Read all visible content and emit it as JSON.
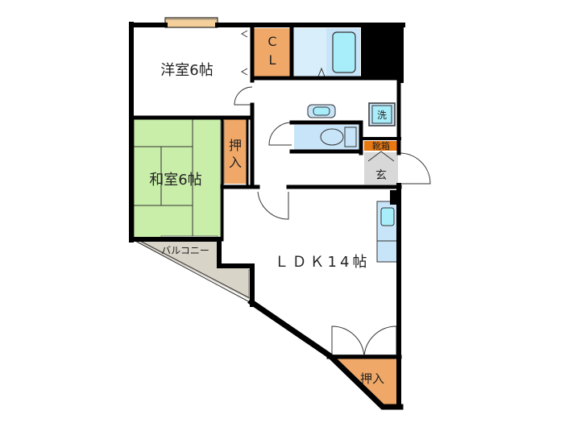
{
  "floor_plan": {
    "rooms": [
      {
        "id": "western-room",
        "label": "洋室6帖"
      },
      {
        "id": "closet-cl",
        "label_line1": "C",
        "label_line2": "L"
      },
      {
        "id": "japanese-room",
        "label": "和室6帖"
      },
      {
        "id": "oshiire-1",
        "label_line1": "押",
        "label_line2": "入"
      },
      {
        "id": "balcony",
        "label": "バルコニー"
      },
      {
        "id": "ldk",
        "label": "ＬＤＫ14帖"
      },
      {
        "id": "oshiire-2",
        "label": "押入"
      },
      {
        "id": "washer",
        "label": "洗"
      },
      {
        "id": "shoe-box",
        "label": "靴箱"
      },
      {
        "id": "entrance",
        "label": "玄"
      }
    ],
    "colors": {
      "wall": "#000000",
      "closet": "#f0a868",
      "tatami": "#c8eeaa",
      "balcony": "#d9d4c8",
      "bath": "#c8e4f8",
      "fixture": "#a8eefa",
      "entrance": "#d8d8d8",
      "shoebox": "#e87810"
    }
  }
}
